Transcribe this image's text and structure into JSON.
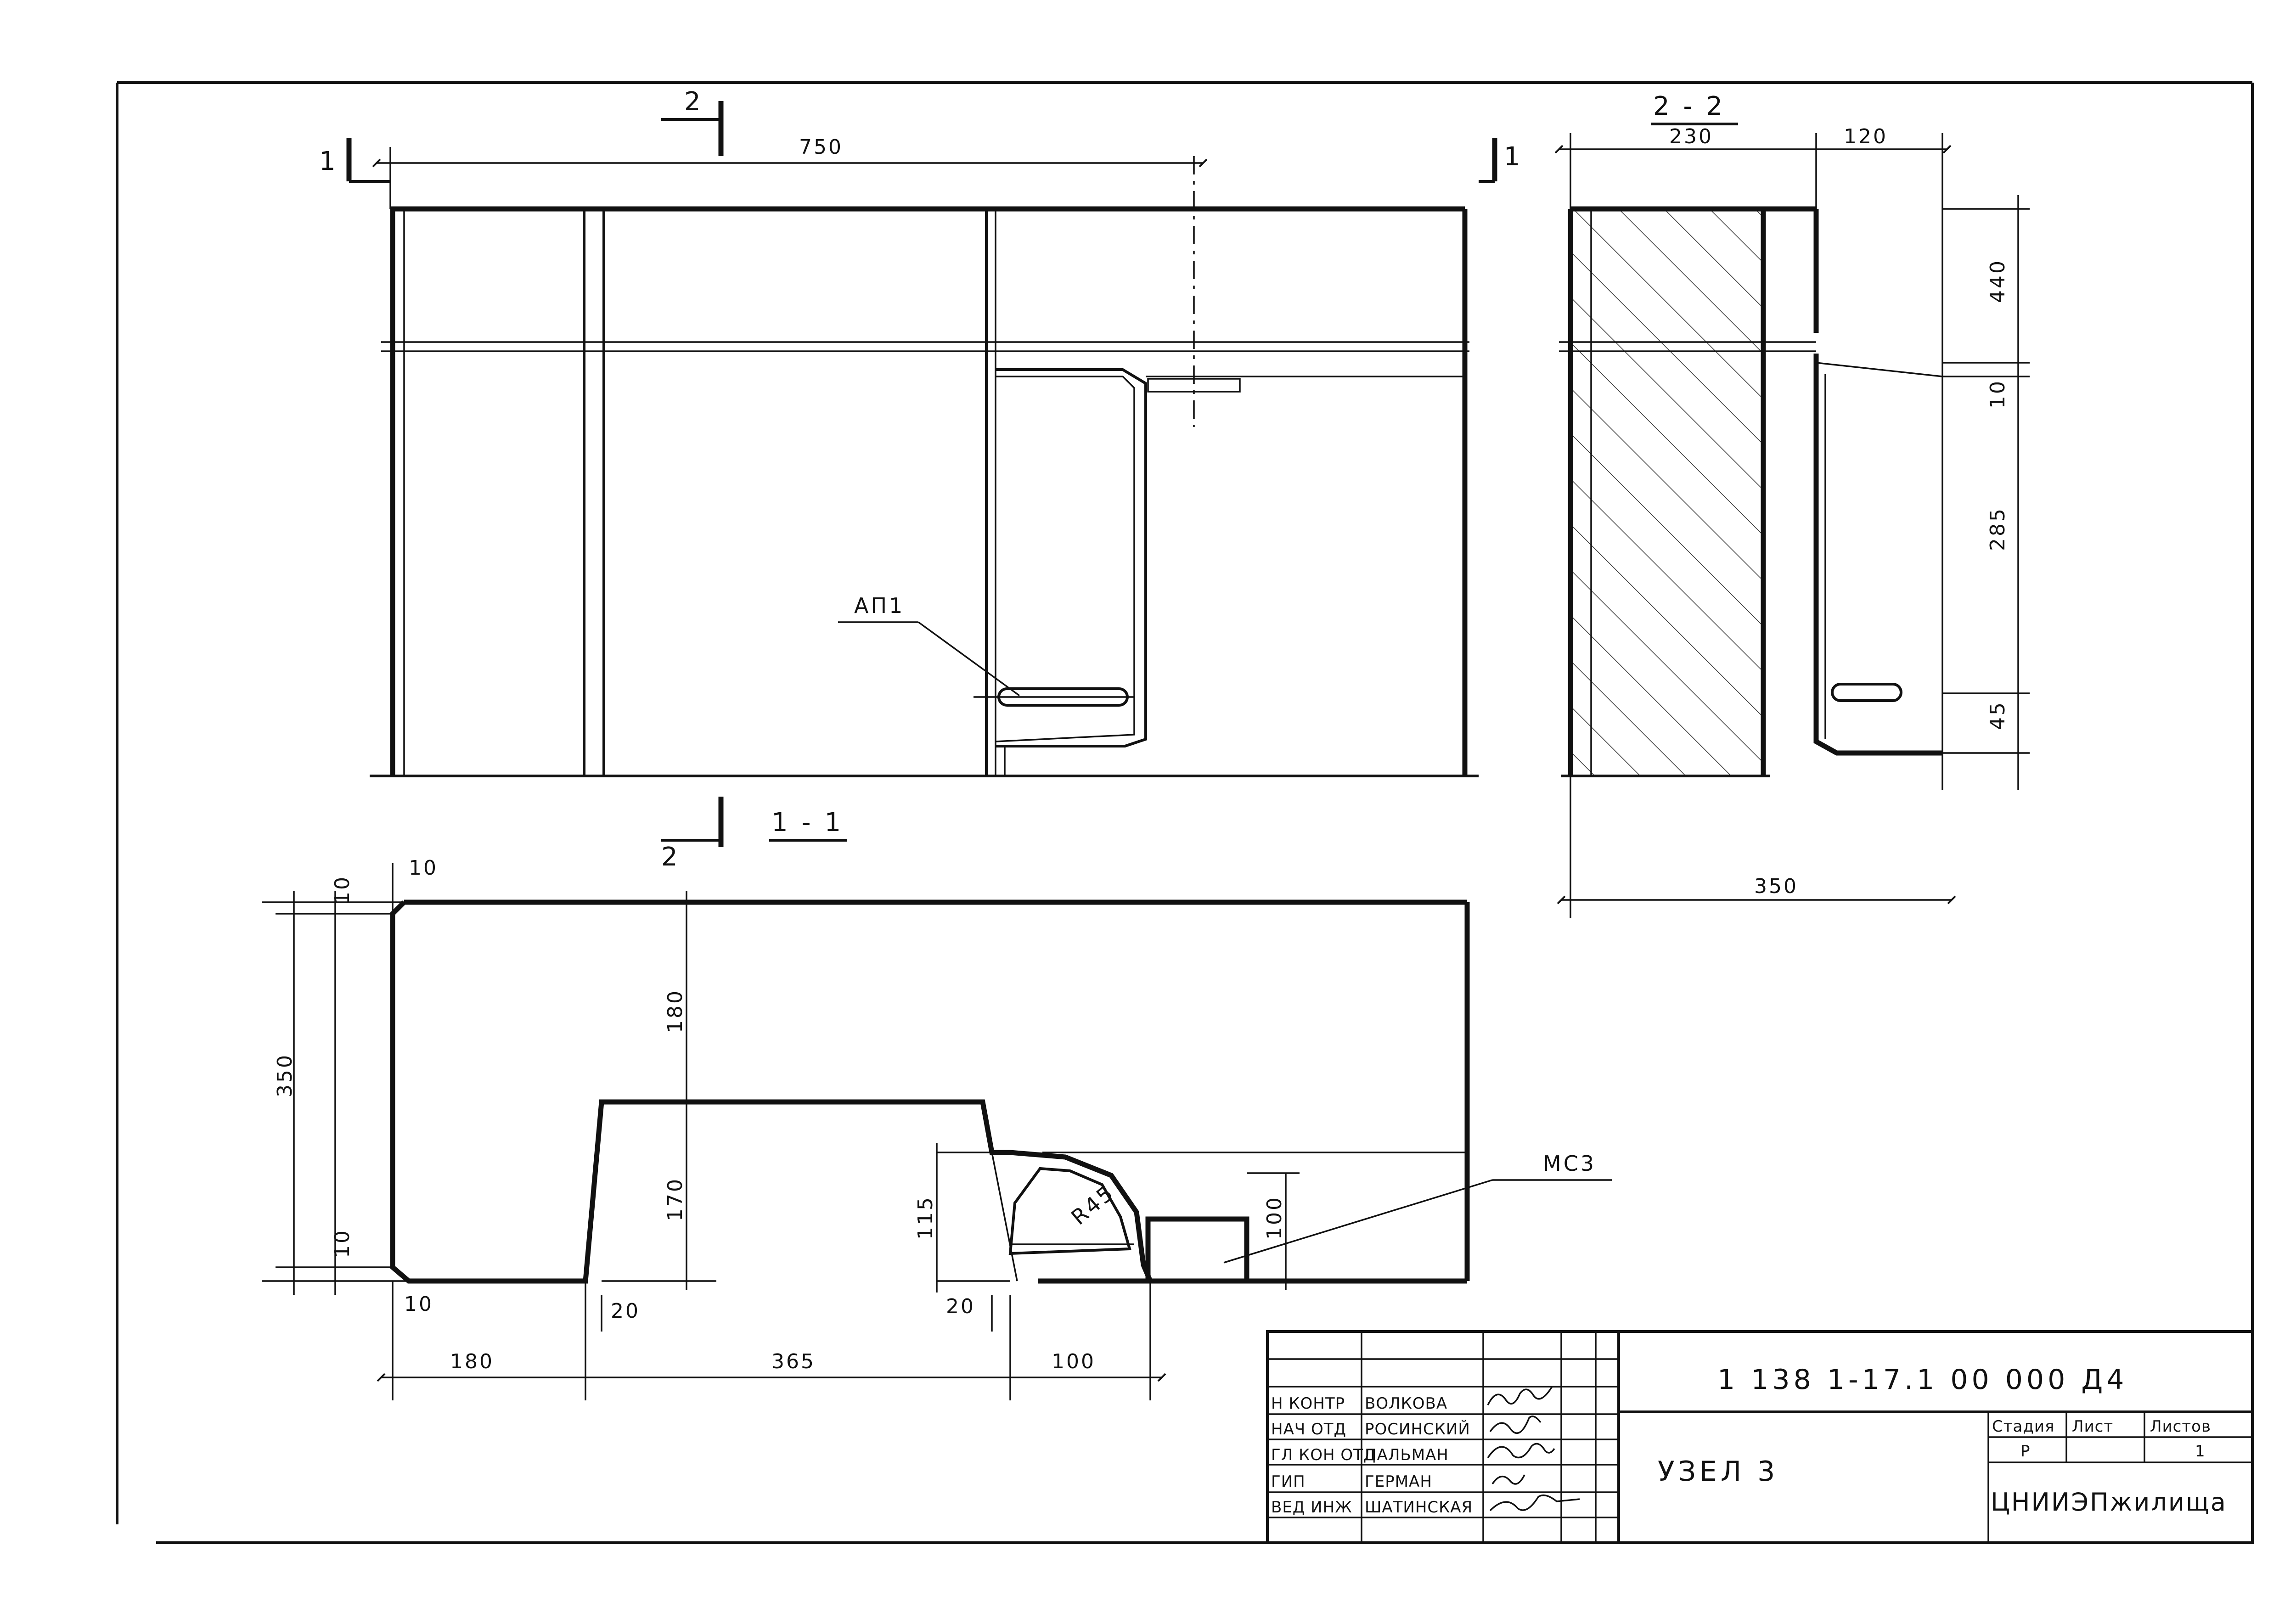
{
  "sections": {
    "elevation": {
      "overall_length": "750",
      "cut_mark_1": "1",
      "cut_mark_2": "2",
      "title": "1 - 1",
      "leader_label": "АП1"
    },
    "section_2_2": {
      "title": "2 - 2",
      "dim_top_left": "230",
      "dim_top_right": "120",
      "dim_bottom": "350",
      "dims_vertical": [
        "440",
        "10",
        "285",
        "45"
      ]
    },
    "plan": {
      "dims_left": [
        "10",
        "350",
        "10"
      ],
      "dim_top_offset": "10",
      "dims_inner": [
        "180",
        "170",
        "115",
        "100"
      ],
      "dims_small": [
        "10",
        "20",
        "20"
      ],
      "dims_bottom": [
        "180",
        "365",
        "100"
      ],
      "radius_label": "R45",
      "leader_label": "МС3"
    }
  },
  "title_block": {
    "doc_code": "1 138 1-17.1 00 000 Д4",
    "node_name": "УЗЕЛ 3",
    "stage_header": "Стадия",
    "sheet_header": "Лист",
    "sheets_header": "Листов",
    "stage_value": "Р",
    "sheet_value": "",
    "sheets_value": "1",
    "organization": "ЦНИИЭПжилища",
    "staff": [
      {
        "role": "Н КОНТР",
        "name": "ВОЛКОВА"
      },
      {
        "role": "НАЧ ОТД",
        "name": "РОСИНСКИЙ"
      },
      {
        "role": "ГЛ КОН ОТД",
        "name": "ПАЛЬМАН"
      },
      {
        "role": "ГИП",
        "name": "ГЕРМАН"
      },
      {
        "role": "ВЕД ИНЖ",
        "name": "ШАТИНСКАЯ"
      }
    ]
  }
}
